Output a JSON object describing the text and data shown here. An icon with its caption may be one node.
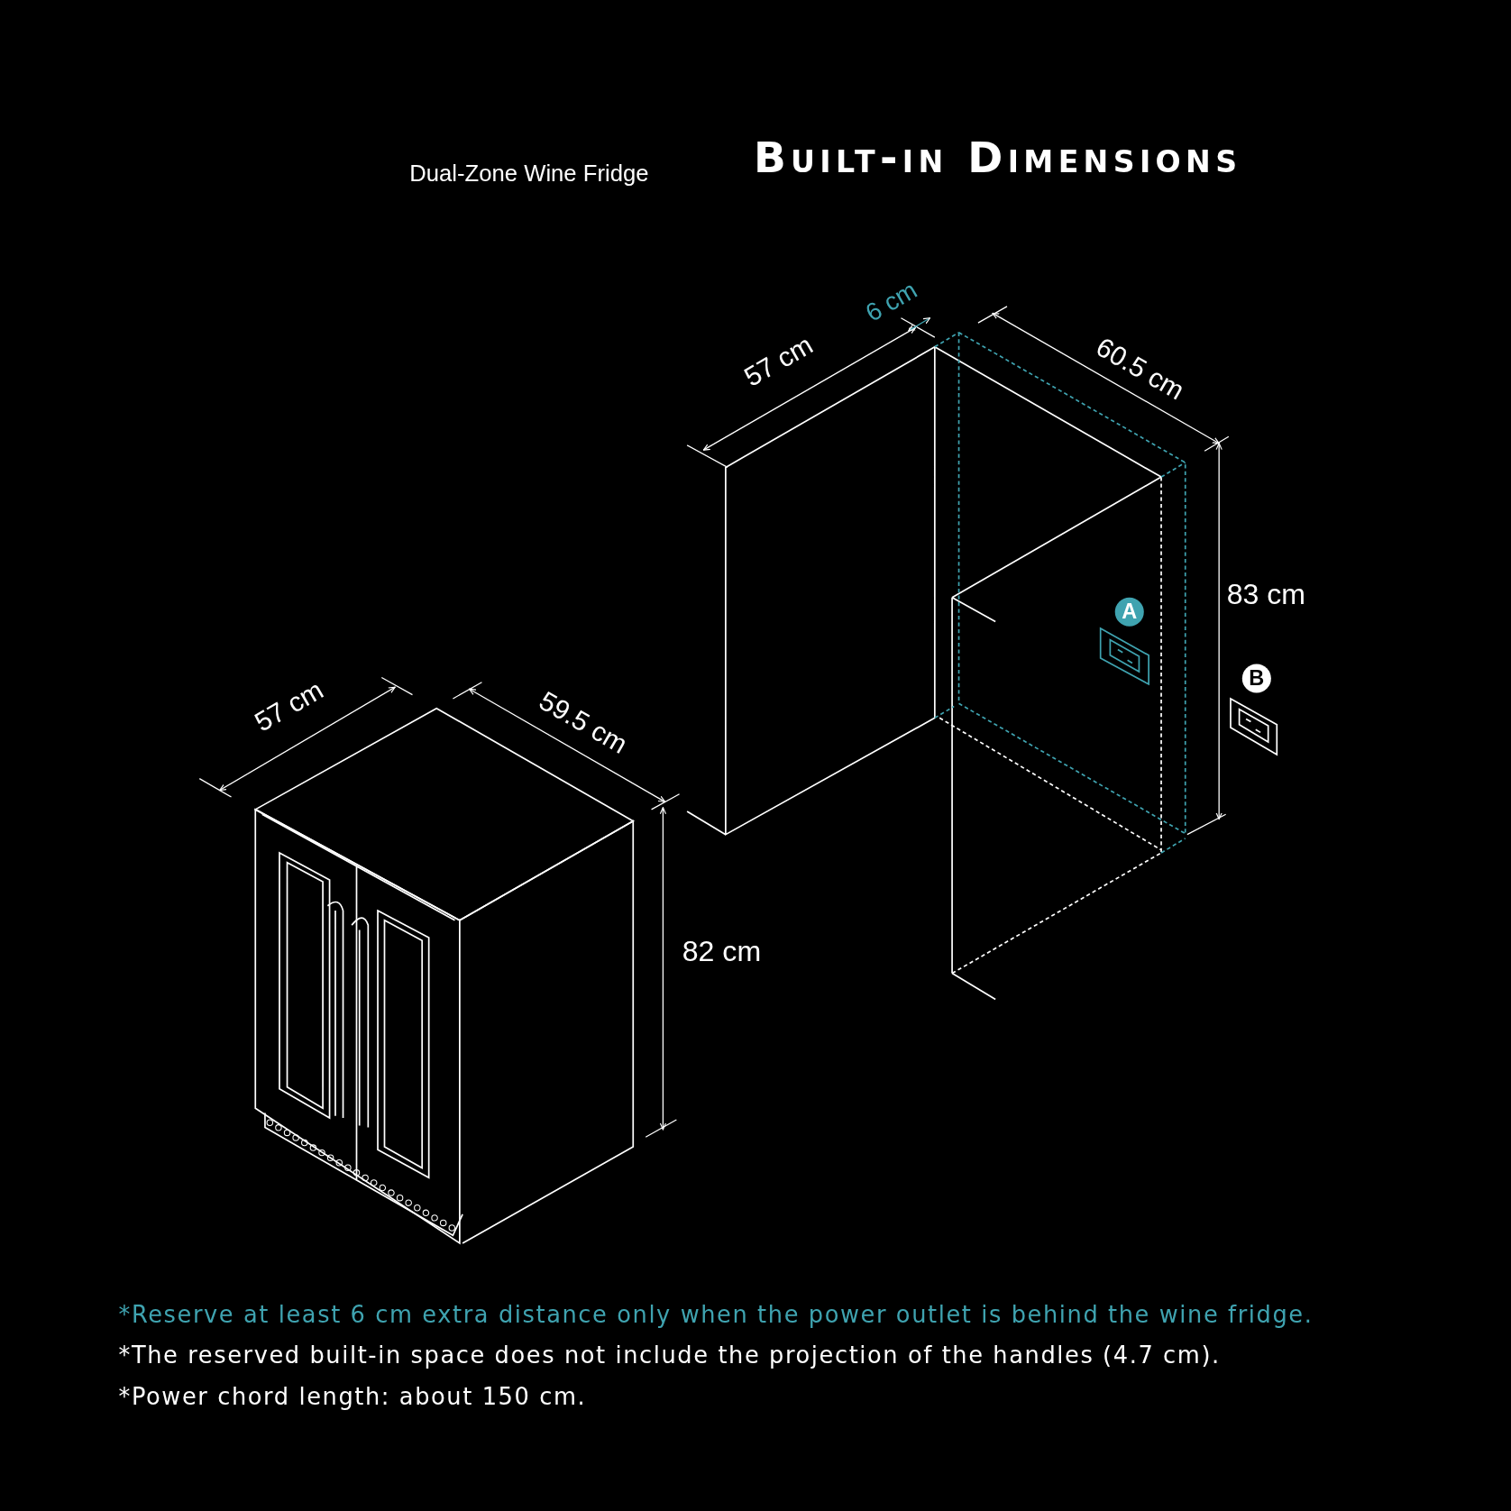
{
  "diagram": {
    "title": "Built-in Dimensions",
    "labels": [
      "Dual-Zone Wine Fridge",
      "57 cm",
      "59.5 cm",
      "82 cm",
      "6 cm",
      "57 cm",
      "60.5 cm",
      "83 cm",
      "A",
      "B",
      "*Reserve at least 6 cm extra distance only when the power outlet is behind the wine fridge.",
      "*The reserved built-in space does not include the projection of the handles (4.7 cm).",
      "*Power chord length: about 150 cm."
    ]
  }
}
